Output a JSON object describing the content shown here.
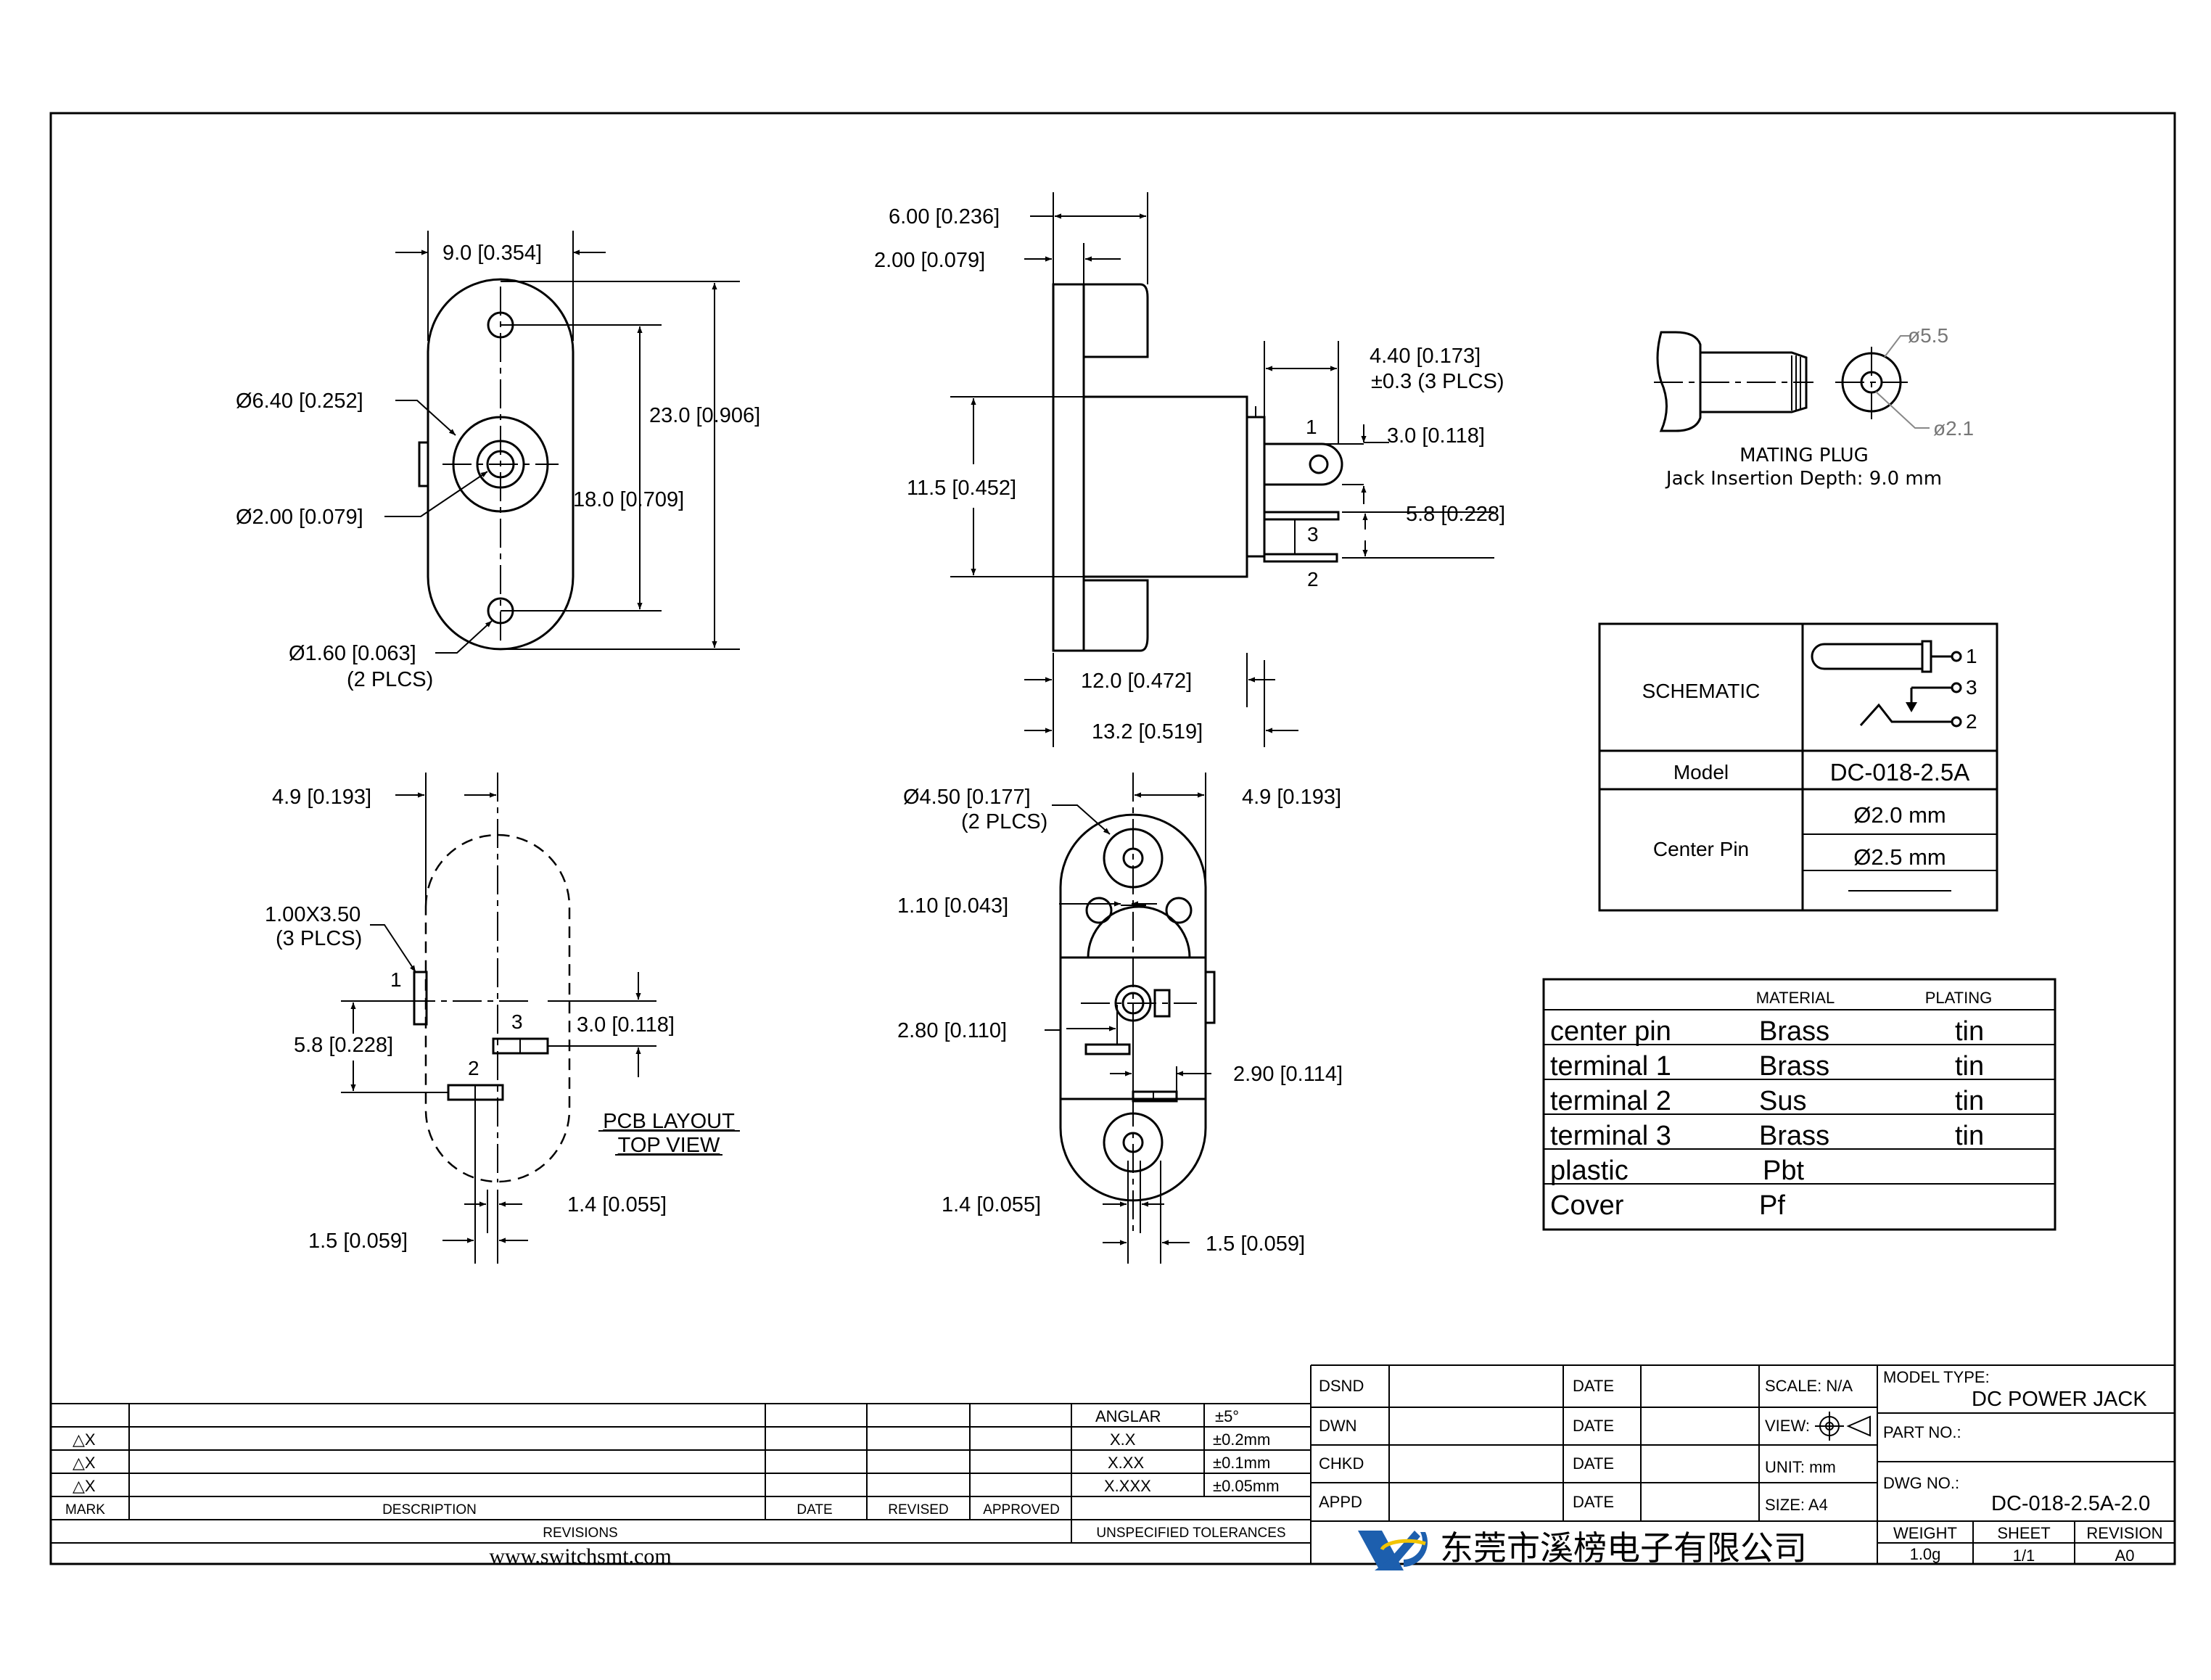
{
  "top_view": {
    "width": "9.0 [0.354]",
    "hole_big": "Ø6.40 [0.252]",
    "hole_center": "Ø2.00 [0.079]",
    "hole_mount": "Ø1.60 [0.063]",
    "hole_mount_qty": "(2 PLCS)",
    "pitch": "18.0 [0.709]",
    "length": "23.0 [0.906]"
  },
  "side_view": {
    "d_600": "6.00 [0.236]",
    "d_200": "2.00 [0.079]",
    "d_440": "4.40 [0.173]",
    "d_440_tol": "±0.3 (3 PLCS)",
    "d_300": "3.0 [0.118]",
    "d_580": "5.8 [0.228]",
    "d_115": "11.5 [0.452]",
    "d_120": "12.0 [0.472]",
    "d_132": "13.2 [0.519]",
    "pin1": "1",
    "pin3": "3",
    "pin2": "2"
  },
  "mating_plug": {
    "d1": "ø5.5",
    "d2": "ø2.1",
    "title": "MATING PLUG",
    "depth": "Jack Insertion Depth: 9.0 mm"
  },
  "pcb_view": {
    "d_49": "4.9 [0.193]",
    "pad": "1.00X3.50",
    "pad_qty": "(3 PLCS)",
    "d_58": "5.8 [0.228]",
    "d_30": "3.0 [0.118]",
    "d_14": "1.4 [0.055]",
    "d_15": "1.5 [0.059]",
    "pin1": "1",
    "pin3": "3",
    "pin2": "2",
    "title1": "PCB LAYOUT",
    "title2": "TOP VIEW"
  },
  "bottom_view": {
    "d_450": "Ø4.50 [0.177]",
    "d_450_qty": "(2 PLCS)",
    "d_49": "4.9 [0.193]",
    "d_110": "1.10 [0.043]",
    "d_280": "2.80 [0.110]",
    "d_290": "2.90 [0.114]",
    "d_14": "1.4 [0.055]",
    "d_15": "1.5 [0.059]"
  },
  "schematic_table": {
    "schematic": "SCHEMATIC",
    "pin1": "1",
    "pin3": "3",
    "pin2": "2",
    "model_label": "Model",
    "model_value": "DC-018-2.5A",
    "center_pin_label": "Center Pin",
    "pin_a": "Ø2.0 mm",
    "pin_b": "Ø2.5 mm"
  },
  "material_table": {
    "headers": [
      "MATERIAL",
      "PLATING"
    ],
    "rows": [
      {
        "part": "center pin",
        "material": "Brass",
        "plating": "tin"
      },
      {
        "part": "terminal 1",
        "material": "Brass",
        "plating": "tin"
      },
      {
        "part": "terminal 2",
        "material": "Sus",
        "plating": "tin"
      },
      {
        "part": "terminal 3",
        "material": "Brass",
        "plating": "tin"
      },
      {
        "part": "plastic",
        "material": "Pbt",
        "plating": ""
      },
      {
        "part": "Cover",
        "material": "Pf",
        "plating": ""
      }
    ]
  },
  "title_block": {
    "marks": [
      "△X",
      "△X",
      "△X"
    ],
    "mark": "MARK",
    "description": "DESCRIPTION",
    "date": "DATE",
    "revised": "REVISED",
    "approved": "APPROVED",
    "revisions": "REVISIONS",
    "website": "www.switchsmt.com",
    "tolerances": [
      {
        "label": "ANGLAR",
        "value": "±5°"
      },
      {
        "label": "X.X",
        "value": "±0.2mm"
      },
      {
        "label": "X.XX",
        "value": "±0.1mm"
      },
      {
        "label": "X.XXX",
        "value": "±0.05mm"
      }
    ],
    "unspecified": "UNSPECIFIED TOLERANCES",
    "dsnd": "DSND",
    "dwn": "DWN",
    "chkd": "CHKD",
    "appd": "APPD",
    "scale": "SCALE: N/A",
    "view": "VIEW:",
    "unit": "UNIT: mm",
    "size": "SIZE: A4",
    "model_type_label": "MODEL TYPE:",
    "model_type": "DC POWER JACK",
    "part_no_label": "PART NO.:",
    "dwg_no_label": "DWG NO.:",
    "dwg_no": "DC-018-2.5A-2.0",
    "company": "东莞市溪榜电子有限公司",
    "weight_label": "WEIGHT",
    "sheet_label": "SHEET",
    "revision_label": "REVISION",
    "weight": "1.0g",
    "sheet": "1/1",
    "revision": "A0",
    "logo_colors": {
      "primary": "#1d5fae",
      "accent": "#f2c400"
    }
  }
}
